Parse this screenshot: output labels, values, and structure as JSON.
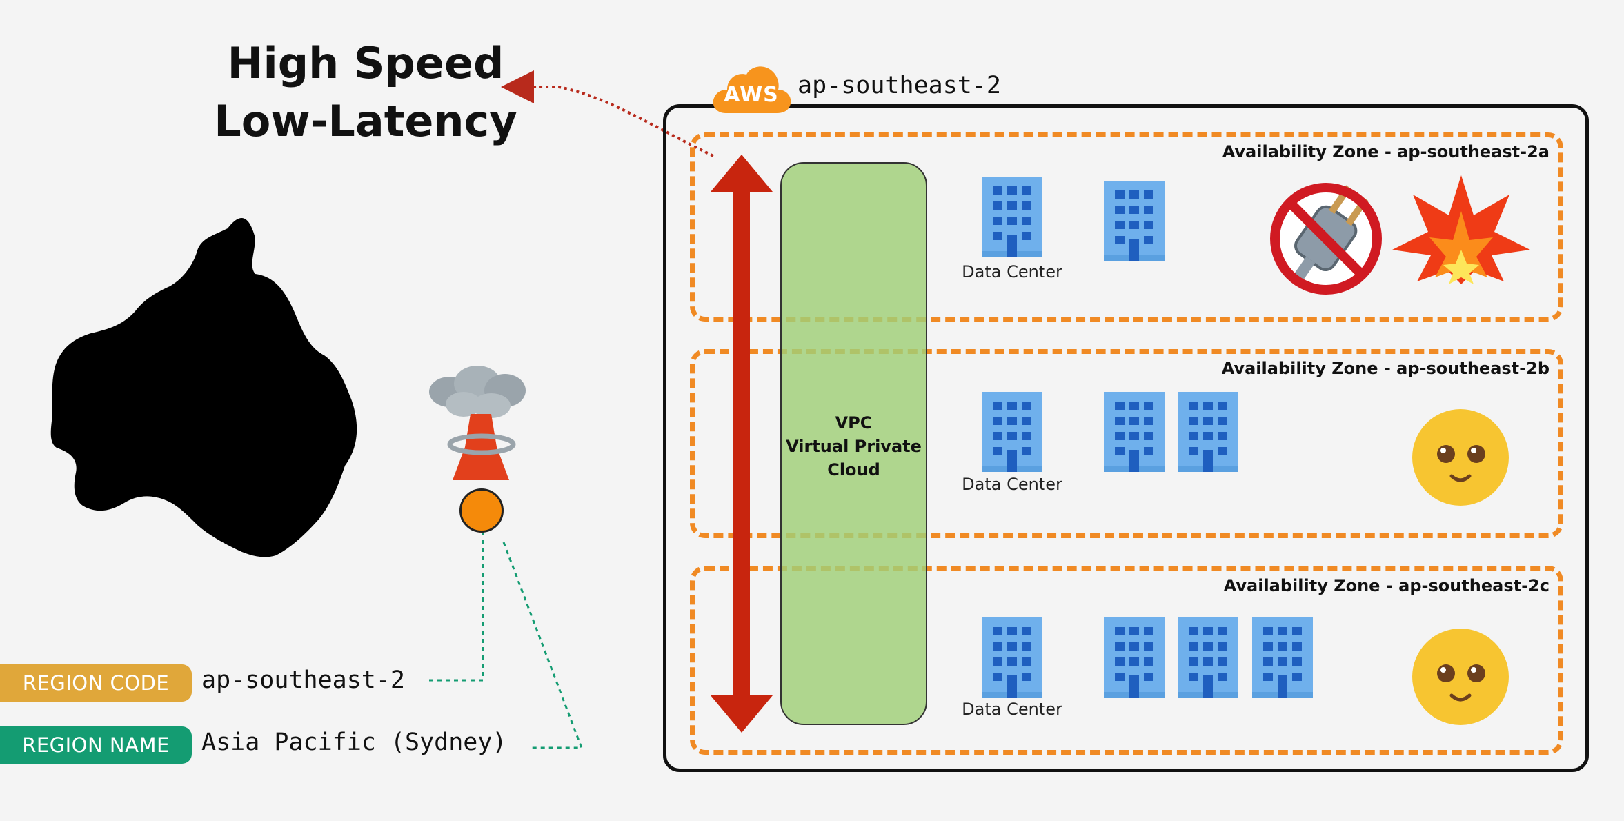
{
  "headline": {
    "line1": "High Speed",
    "line2": "Low-Latency"
  },
  "region": {
    "code_title": "ap-southeast-2",
    "provider_logo_text": "AWS"
  },
  "availability_zones": [
    {
      "label": "Availability Zone - ap-southeast-2a",
      "data_center_label": "Data Center",
      "buildings": 2,
      "status": "outage"
    },
    {
      "label": "Availability Zone - ap-southeast-2b",
      "data_center_label": "Data Center",
      "buildings": 3,
      "status": "happy"
    },
    {
      "label": "Availability Zone - ap-southeast-2c",
      "data_center_label": "Data Center",
      "buildings": 4,
      "status": "happy"
    }
  ],
  "vpc": {
    "line1": "VPC",
    "line2": "Virtual Private",
    "line3": "Cloud"
  },
  "badges": {
    "region_code": {
      "label": "REGION CODE",
      "value": "ap-southeast-2",
      "color": "#e0a73a"
    },
    "region_name": {
      "label": "REGION NAME",
      "value": "Asia Pacific (Sydney)",
      "color": "#149c72"
    }
  },
  "colors": {
    "az_border": "#f08a24",
    "arrow": "#c8250e",
    "vpc_fill": "#a0d078",
    "building": "#6fb0ec",
    "building_window": "#1f5fbf",
    "smiley": "#f7c531"
  },
  "icons": [
    "aws-cloud-icon",
    "australia-map-icon",
    "volcano-icon",
    "building-icon",
    "no-power-plug-icon",
    "explosion-icon",
    "smiley-face-icon",
    "double-arrow-icon"
  ]
}
